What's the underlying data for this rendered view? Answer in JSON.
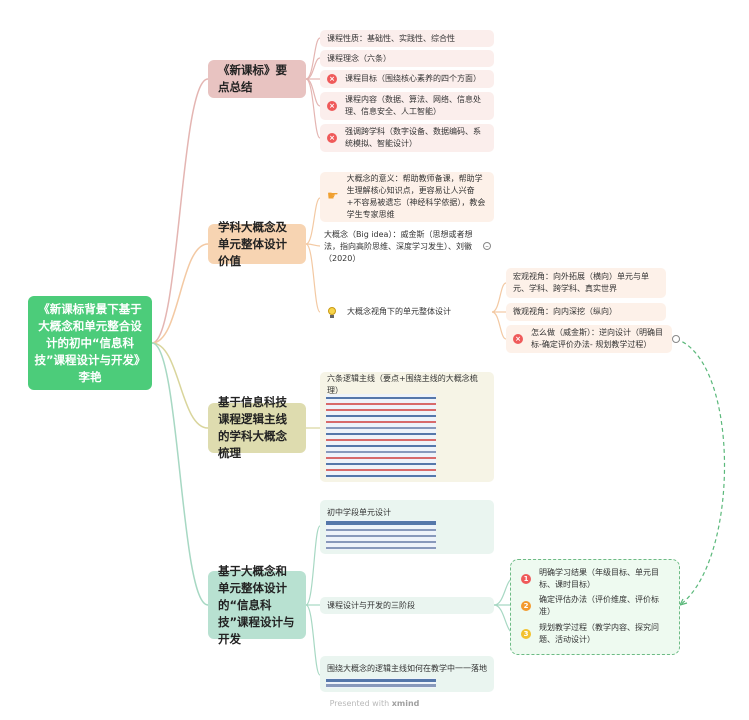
{
  "root": {
    "label": "《新课标背景下基于大概念和单元整合设计的初中“信息科技”课程设计与开发》李艳"
  },
  "branches": [
    {
      "label": "《新课标》要点总结",
      "items": [
        {
          "text": "课程性质：基础性、实践性、综合性"
        },
        {
          "text": "课程理念（六条）"
        },
        {
          "text": "课程目标（围绕核心素养的四个方面）"
        },
        {
          "text": "课程内容（数据、算法、网络、信息处理、信息安全、人工智能）"
        },
        {
          "text": "强调跨学科（数字设备、数据编码、系统模拟、智能设计）"
        }
      ]
    },
    {
      "label": "学科大概念及单元整体设计价值",
      "items": [
        {
          "text": "大概念的意义：帮助教师备课，帮助学生理解核心知识点，更容易让人兴奋+不容易被遗忘（神经科学依据），教会学生专家思维"
        },
        {
          "text": "大概念（Big idea）：威金斯（思想或者想法，指向高阶思维、深度学习发生）、刘徽（2020）"
        },
        {
          "text": "大概念视角下的单元整体设计"
        }
      ],
      "children": [
        {
          "text": "宏观视角：向外拓展（横向）单元与单元、学科、跨学科、真实世界"
        },
        {
          "text": "微观视角：向内深挖（纵向）"
        },
        {
          "text": "怎么做（威金斯）：逆向设计（明确目标-确定评价办法- 规划教学过程）"
        }
      ]
    },
    {
      "label": "基于信息科技课程逻辑主线的学科大概念梳理",
      "items": [
        {
          "text": "六条逻辑主线（要点+围绕主线的大概念梳理）"
        }
      ]
    },
    {
      "label": "基于大概念和单元整体设计的“信息科技”课程设计与开发",
      "items": [
        {
          "text": "初中学段单元设计"
        },
        {
          "text": "课程设计与开发的三阶段"
        },
        {
          "text": "围绕大概念的逻辑主线如何在教学中一一落地"
        }
      ],
      "children": [
        {
          "text": "明确学习结果（年级目标、单元目标、课时目标）"
        },
        {
          "text": "确定评估办法（评价维度、评价标准）"
        },
        {
          "text": "规划教学过程（教学内容、探究问题、活动设计）"
        }
      ]
    }
  ],
  "markers": {
    "n1": "1",
    "n2": "2",
    "n3": "3",
    "x": "×"
  },
  "toggle_symbol": "–",
  "footer": {
    "prefix": "Presented with ",
    "brand": "xmind"
  },
  "colors": {
    "root": "#4ccc7a",
    "branch1": "#e8c3c1",
    "branch2": "#f7d4b2",
    "branch3": "#dedcaf",
    "branch4": "#b8e1d1"
  }
}
